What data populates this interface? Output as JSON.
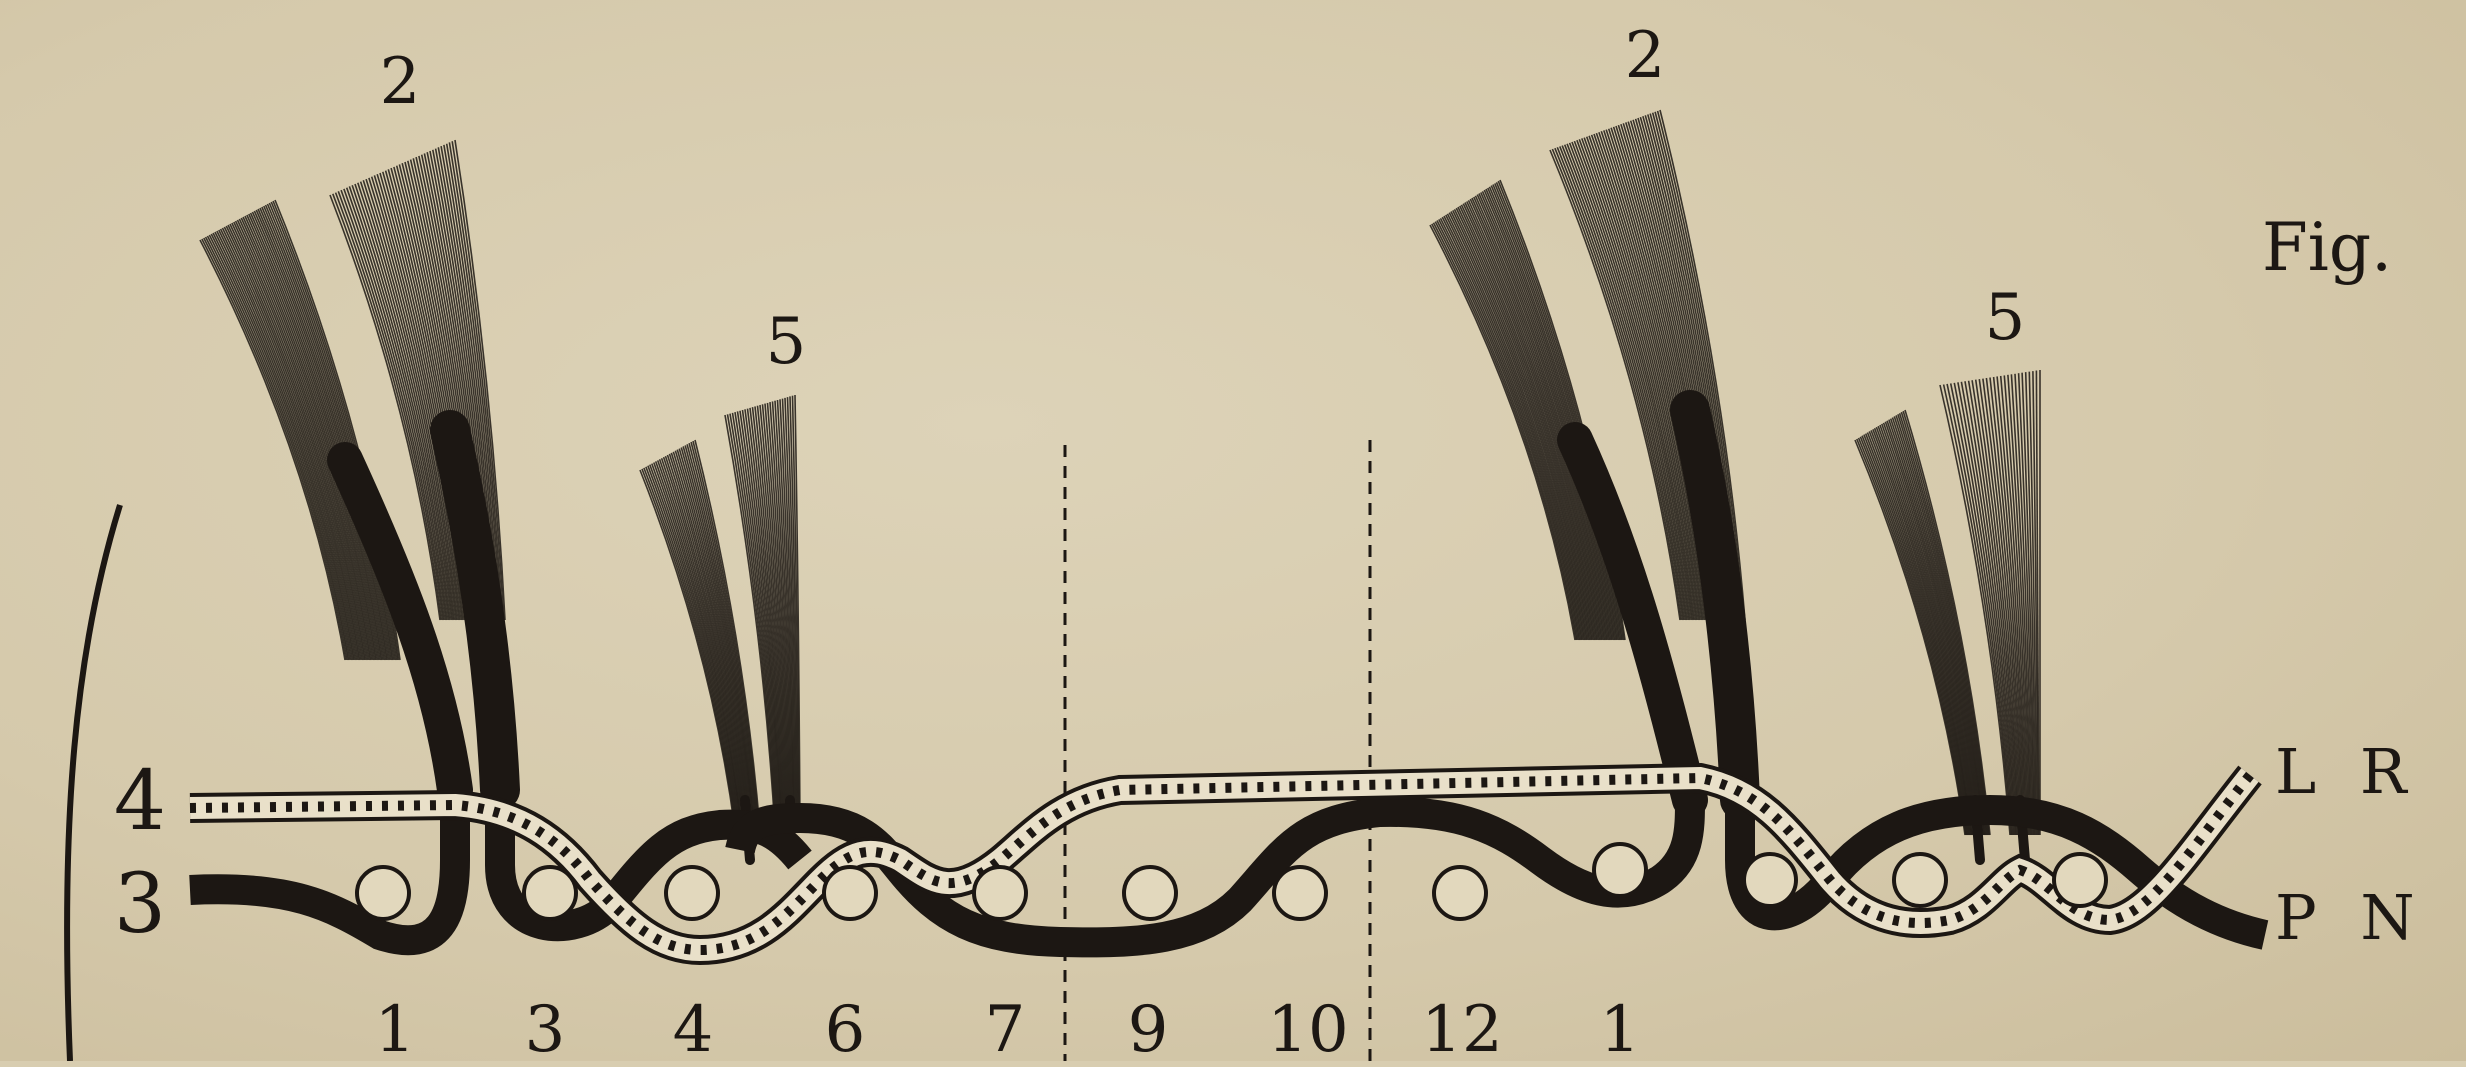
{
  "figure": {
    "fig_label": "Fig.",
    "side_labels": [
      "L R",
      "P N"
    ],
    "left_labels": [
      "4",
      "3"
    ],
    "top_labels": [
      "2",
      "5",
      "2",
      "5"
    ],
    "bottom_labels": [
      "1",
      "3",
      "4",
      "6",
      "7",
      "9",
      "10",
      "12",
      "1"
    ]
  }
}
